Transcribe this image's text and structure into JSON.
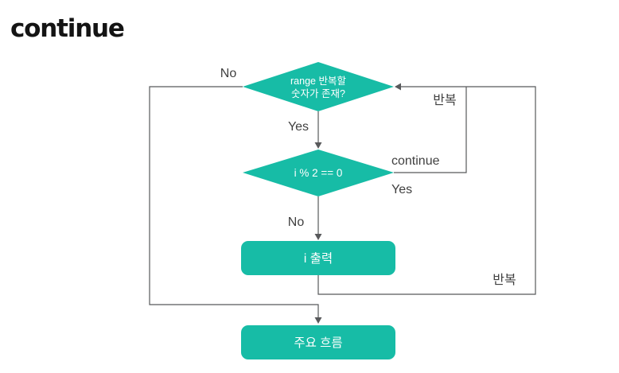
{
  "title": "continue",
  "colors": {
    "node_fill": "#17bca6",
    "node_text": "#ffffff",
    "connector": "#58595b",
    "label_text": "#404040",
    "background": "#ffffff",
    "title_text": "#141414"
  },
  "flowchart": {
    "nodes": [
      {
        "id": "decision-range",
        "type": "decision",
        "line1": "range 반복할",
        "line2": "숫자가 존재?"
      },
      {
        "id": "decision-even",
        "type": "decision",
        "label": "i % 2 == 0"
      },
      {
        "id": "process-print-i",
        "type": "process",
        "label": "i 출력"
      },
      {
        "id": "process-main-flow",
        "type": "process",
        "label": "주요 흐름"
      }
    ],
    "labels": {
      "no_top": "No",
      "yes_top": "Yes",
      "repeat_top": "반복",
      "continue_label": "continue",
      "yes_right": "Yes",
      "no_middle": "No",
      "repeat_bottom": "반복"
    }
  }
}
